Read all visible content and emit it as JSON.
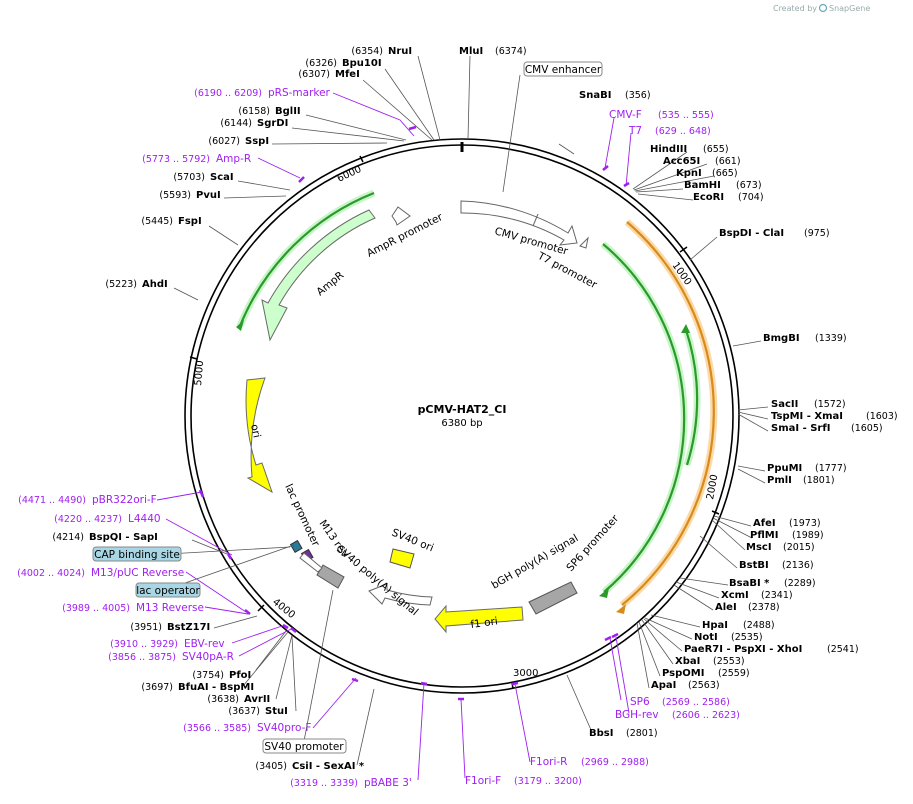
{
  "header": {
    "created_by": "Created by",
    "brand": "SnapGene"
  },
  "plasmid": {
    "name": "pCMV-HAT2_CI",
    "size_label": "6380 bp"
  },
  "ring_ticks": [
    "1000",
    "2000",
    "3000",
    "4000",
    "5000",
    "6000"
  ],
  "sites": [
    {
      "id": "nrui",
      "pos": "(6354)",
      "name": "NruI"
    },
    {
      "id": "mlui",
      "pos": "(6374)",
      "name": "MluI"
    },
    {
      "id": "bpu10i",
      "pos": "(6326)",
      "name": "Bpu10I"
    },
    {
      "id": "mfei",
      "pos": "(6307)",
      "name": "MfeI"
    },
    {
      "id": "bglii",
      "pos": "(6158)",
      "name": "BglII"
    },
    {
      "id": "sgrdi",
      "pos": "(6144)",
      "name": "SgrDI"
    },
    {
      "id": "sspi",
      "pos": "(6027)",
      "name": "SspI"
    },
    {
      "id": "scai",
      "pos": "(5703)",
      "name": "ScaI"
    },
    {
      "id": "pvui",
      "pos": "(5593)",
      "name": "PvuI"
    },
    {
      "id": "fspi",
      "pos": "(5445)",
      "name": "FspI"
    },
    {
      "id": "ahdi",
      "pos": "(5223)",
      "name": "AhdI"
    },
    {
      "id": "snabi",
      "pos": "(356)",
      "name": "SnaBI"
    },
    {
      "id": "hindiii",
      "pos": "(655)",
      "name": "HindIII"
    },
    {
      "id": "acc65i",
      "pos": "(661)",
      "name": "Acc65I"
    },
    {
      "id": "kpni",
      "pos": "(665)",
      "name": "KpnI"
    },
    {
      "id": "bamhi",
      "pos": "(673)",
      "name": "BamHI"
    },
    {
      "id": "ecori",
      "pos": "(704)",
      "name": "EcoRI"
    },
    {
      "id": "bspdi",
      "pos": "(975)",
      "name": "BspDI - ClaI"
    },
    {
      "id": "bmgbi",
      "pos": "(1339)",
      "name": "BmgBI"
    },
    {
      "id": "sacii",
      "pos": "(1572)",
      "name": "SacII"
    },
    {
      "id": "tspmi",
      "pos": "(1603)",
      "name": "TspMI - XmaI"
    },
    {
      "id": "smai",
      "pos": "(1605)",
      "name": "SmaI - SrfI"
    },
    {
      "id": "ppumi",
      "pos": "(1777)",
      "name": "PpuMI"
    },
    {
      "id": "pmli",
      "pos": "(1801)",
      "name": "PmlI"
    },
    {
      "id": "afei",
      "pos": "(1973)",
      "name": "AfeI"
    },
    {
      "id": "pflmi",
      "pos": "(1989)",
      "name": "PflMI"
    },
    {
      "id": "msci",
      "pos": "(2015)",
      "name": "MscI"
    },
    {
      "id": "bstbi",
      "pos": "(2136)",
      "name": "BstBI"
    },
    {
      "id": "bsaabi",
      "pos": "(2289)",
      "name": "BsaBI *"
    },
    {
      "id": "xcmi",
      "pos": "(2341)",
      "name": "XcmI"
    },
    {
      "id": "alei",
      "pos": "(2378)",
      "name": "AleI"
    },
    {
      "id": "hpai",
      "pos": "(2488)",
      "name": "HpaI"
    },
    {
      "id": "noti",
      "pos": "(2535)",
      "name": "NotI"
    },
    {
      "id": "paer7i",
      "pos": "(2541)",
      "name": "PaeR7I - PspXI - XhoI"
    },
    {
      "id": "xbai",
      "pos": "(2553)",
      "name": "XbaI"
    },
    {
      "id": "pspomi",
      "pos": "(2559)",
      "name": "PspOMI"
    },
    {
      "id": "apai",
      "pos": "(2563)",
      "name": "ApaI"
    },
    {
      "id": "bbsi",
      "pos": "(2801)",
      "name": "BbsI"
    },
    {
      "id": "bspqi",
      "pos": "(4214)",
      "name": "BspQI - SapI"
    },
    {
      "id": "bstz17i",
      "pos": "(3951)",
      "name": "BstZ17I"
    },
    {
      "id": "pfoi",
      "pos": "(3754)",
      "name": "PfoI"
    },
    {
      "id": "bfuai",
      "pos": "(3697)",
      "name": "BfuAI - BspMI"
    },
    {
      "id": "avrii",
      "pos": "(3638)",
      "name": "AvrII"
    },
    {
      "id": "stui",
      "pos": "(3637)",
      "name": "StuI"
    },
    {
      "id": "csii",
      "pos": "(3405)",
      "name": "CsiI - SexAI *"
    }
  ],
  "primers": [
    {
      "id": "prs",
      "name": "pRS-marker",
      "range": "(6190 .. 6209)"
    },
    {
      "id": "ampr",
      "name": "Amp-R",
      "range": "(5773 .. 5792)"
    },
    {
      "id": "cmvf",
      "name": "CMV-F",
      "range": "(535 .. 555)"
    },
    {
      "id": "t7",
      "name": "T7",
      "range": "(629 .. 648)"
    },
    {
      "id": "pbr322",
      "name": "pBR322ori-F",
      "range": "(4471 .. 4490)"
    },
    {
      "id": "l4440",
      "name": "L4440",
      "range": "(4220 .. 4237)"
    },
    {
      "id": "m13puc",
      "name": "M13/pUC Reverse",
      "range": "(4002 .. 4024)"
    },
    {
      "id": "m13rev",
      "name": "M13 Reverse",
      "range": "(3989 .. 4005)"
    },
    {
      "id": "ebv",
      "name": "EBV-rev",
      "range": "(3910 .. 3929)"
    },
    {
      "id": "sv40pa",
      "name": "SV40pA-R",
      "range": "(3856 .. 3875)"
    },
    {
      "id": "sv40pro",
      "name": "SV40pro-F",
      "range": "(3566 .. 3585)"
    },
    {
      "id": "pbabe",
      "name": "pBABE 3'",
      "range": "(3319 .. 3339)"
    },
    {
      "id": "f1r",
      "name": "F1ori-R",
      "range": "(2969 .. 2988)"
    },
    {
      "id": "f1f",
      "name": "F1ori-F",
      "range": "(3179 .. 3200)"
    },
    {
      "id": "sp6",
      "name": "SP6",
      "range": "(2569 .. 2586)"
    },
    {
      "id": "bghrev",
      "name": "BGH-rev",
      "range": "(2606 .. 2623)"
    }
  ],
  "boxed_labels": {
    "cmv_enhancer": "CMV enhancer",
    "cap_site": "CAP binding site",
    "lac_operator": "lac operator",
    "sv40_promoter": "SV40 promoter"
  },
  "features": {
    "cmv_promoter": "CMV promoter",
    "t7_promoter": "T7 promoter",
    "ampr_promoter": "AmpR promoter",
    "ampr": "AmpR",
    "ori": "ori",
    "lac_promoter": "lac promoter",
    "m13_rev": "M13 rev",
    "sv40_polya": "SV40 poly(A) signal",
    "sv40_ori": "SV40 ori",
    "bgh_polya": "bGH poly(A) signal",
    "sp6_promoter": "SP6 promoter",
    "f1_ori": "f1 ori"
  },
  "colors": {
    "primer": "#a020f0",
    "ampr_fill": "#ccffcc",
    "ori_fill": "#ffff00",
    "orf_green": "#2a9a2a",
    "orf_orange": "#d98b1a",
    "marker_gray": "#a6a6a6",
    "box_blue": "#a9d6e5"
  }
}
